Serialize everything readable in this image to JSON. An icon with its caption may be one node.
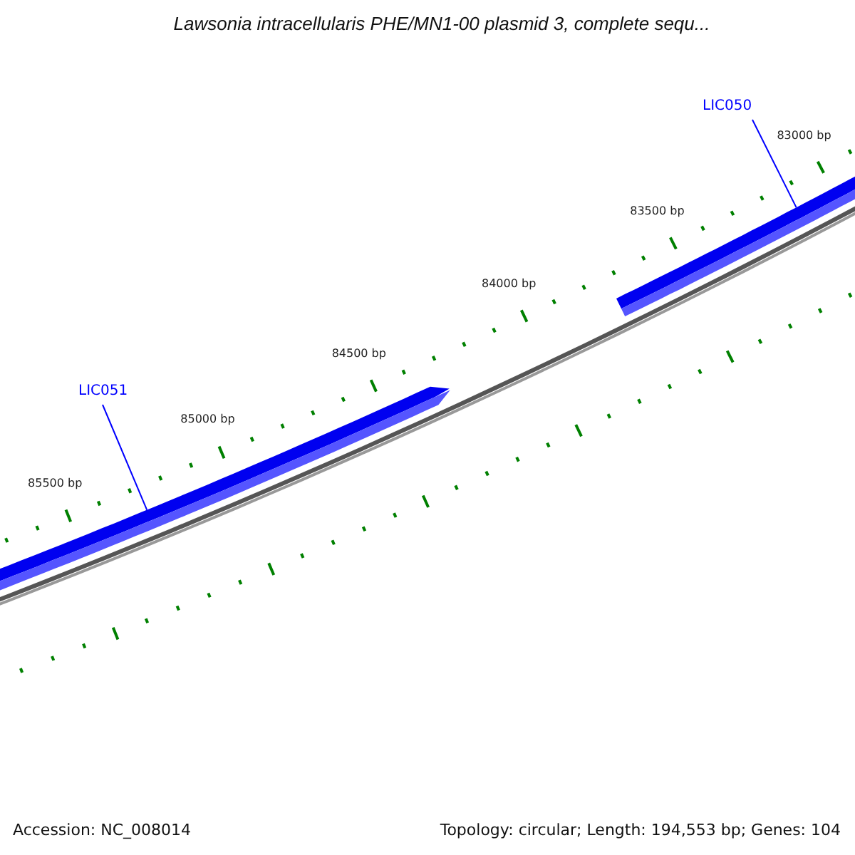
{
  "diagram": {
    "title": "Lawsonia intracellularis PHE/MN1-00 plasmid 3, complete sequ...",
    "nodes": [
      {
        "text": [
          "LIC050"
        ]
      },
      {
        "text": [],
        "shape": "bar"
      },
      {
        "text": [
          "LIC051"
        ]
      },
      {
        "text": [],
        "shape": "bar"
      }
    ],
    "edges": [
      {
        "from": 0,
        "to": 1,
        "arrow": "none"
      },
      {
        "from": 2,
        "to": 3,
        "arrow": "none"
      }
    ],
    "labels": [
      "83000 bp",
      "83500 bp",
      "84000 bp",
      "84500 bp",
      "85000 bp",
      "85500 bp",
      "Accession: NC_008014",
      "Topology: circular; Length: 194,553 bp; Genes: 104"
    ]
  }
}
